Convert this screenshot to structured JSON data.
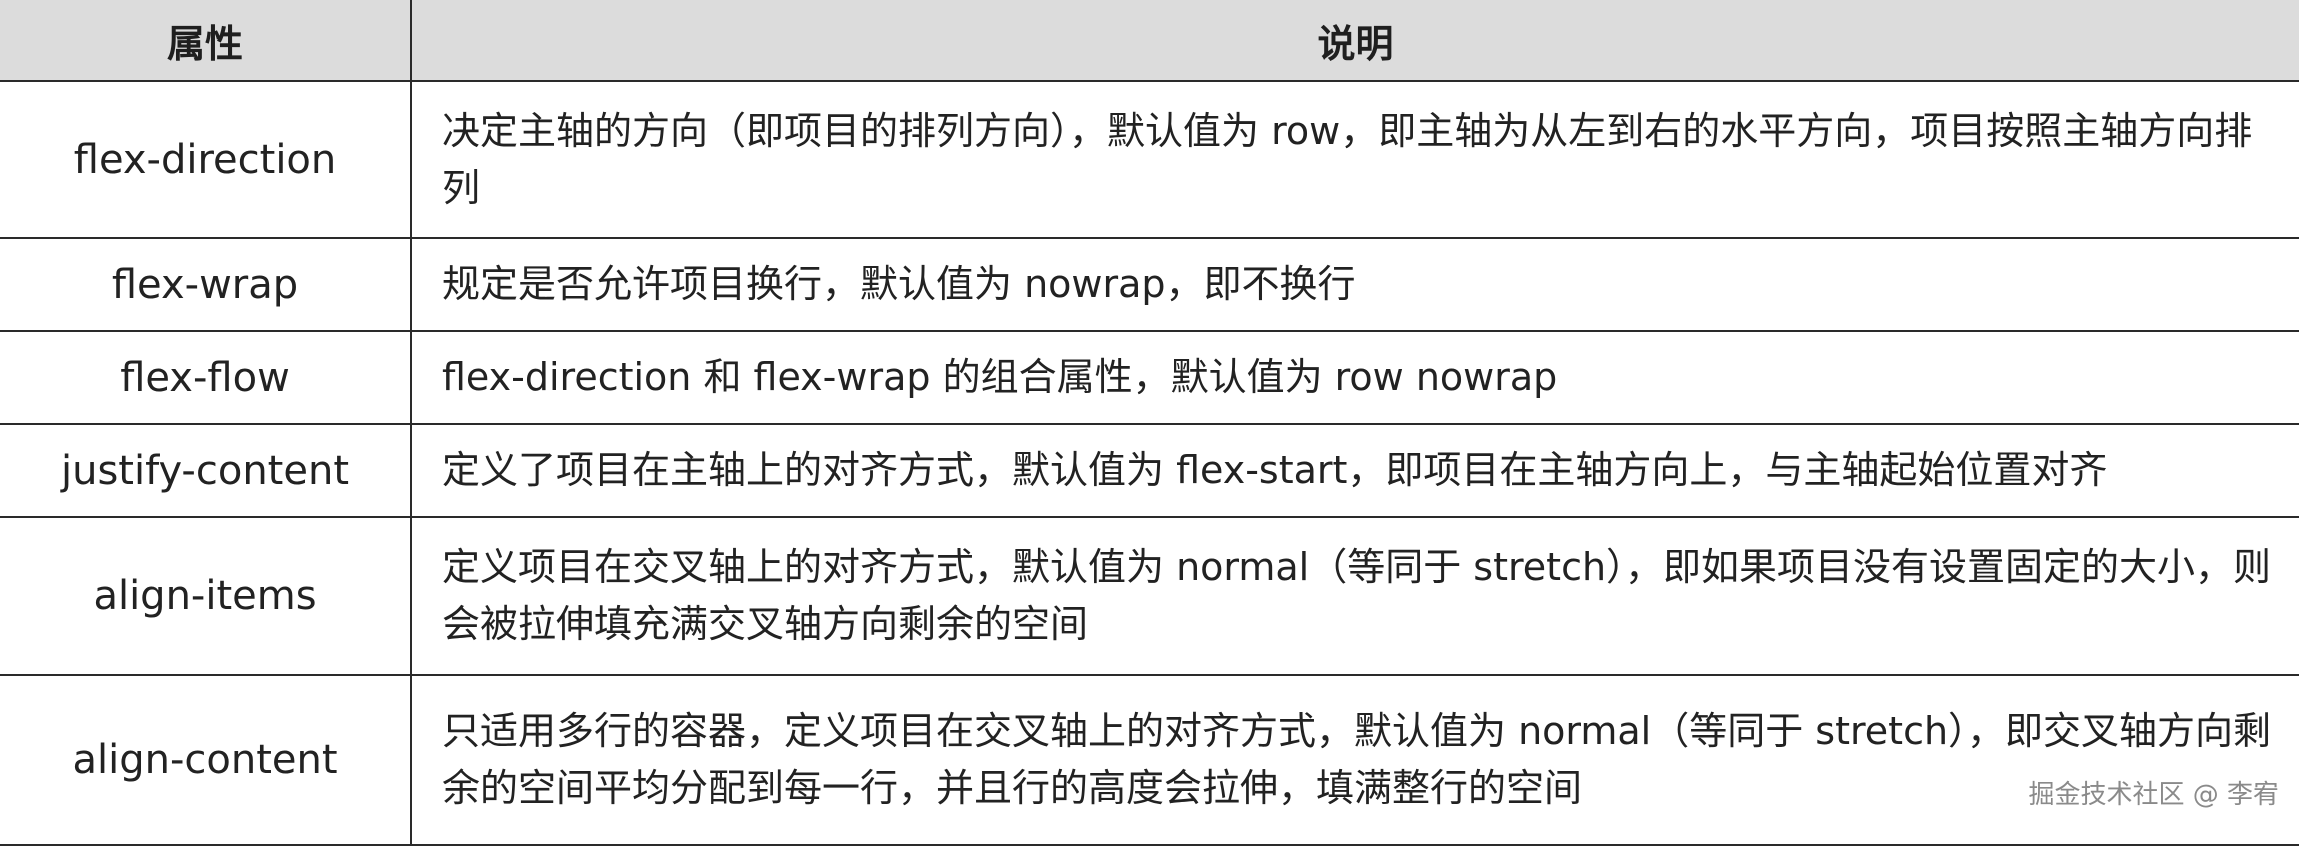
{
  "table": {
    "headers": [
      "属性",
      "说明"
    ],
    "rows": [
      {
        "property": "flex-direction",
        "description": "决定主轴的方向（即项目的排列方向），默认值为 row，即主轴为从左到右的水平方向，项目按照主轴方向排列"
      },
      {
        "property": "flex-wrap",
        "description": "规定是否允许项目换行，默认值为 nowrap，即不换行"
      },
      {
        "property": "flex-flow",
        "description": "flex-direction 和 flex-wrap 的组合属性，默认值为 row nowrap"
      },
      {
        "property": "justify-content",
        "description": "定义了项目在主轴上的对齐方式，默认值为 flex-start，即项目在主轴方向上，与主轴起始位置对齐"
      },
      {
        "property": "align-items",
        "description": "定义项目在交叉轴上的对齐方式，默认值为 normal（等同于 stretch），即如果项目没有设置固定的大小，则会被拉伸填充满交叉轴方向剩余的空间"
      },
      {
        "property": "align-content",
        "description": "只适用多行的容器，定义项目在交叉轴上的对齐方式，默认值为 normal（等同于 stretch），即交叉轴方向剩余的空间平均分配到每一行，并且行的高度会拉伸，填满整行的空间"
      }
    ]
  },
  "watermark": "掘金技术社区 @ 李宥"
}
